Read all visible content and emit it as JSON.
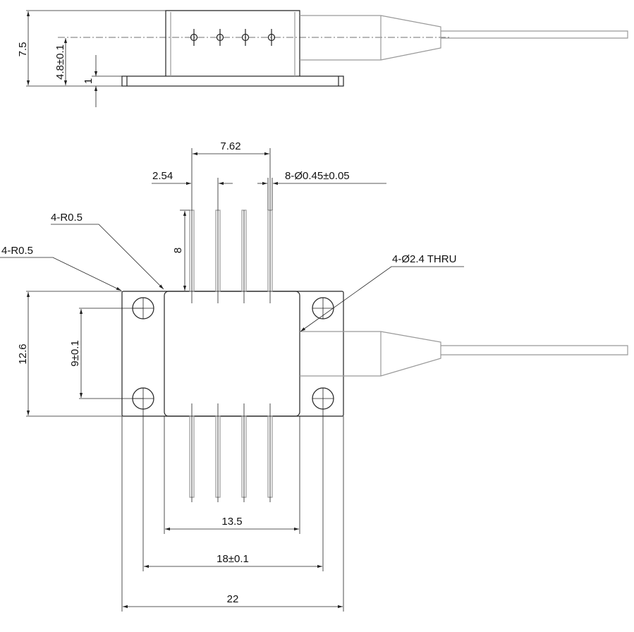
{
  "side_view": {
    "dim_height": "7.5",
    "dim_centerline": "4.8±0.1",
    "dim_flange": "1"
  },
  "top_view": {
    "dim_pin_span": "7.62",
    "dim_pin_pitch": "2.54",
    "dim_pin_diameter": "8-Ø0.45±0.05",
    "dim_pin_length": "8",
    "dim_radius_body": "4-R0.5",
    "dim_radius_flange": "4-R0.5",
    "dim_holes": "4-Ø2.4 THRU",
    "dim_width": "12.6",
    "dim_hole_pitch_v": "9±0.1",
    "dim_body_length": "13.5",
    "dim_hole_pitch_h": "18±0.1",
    "dim_total_length": "22"
  }
}
